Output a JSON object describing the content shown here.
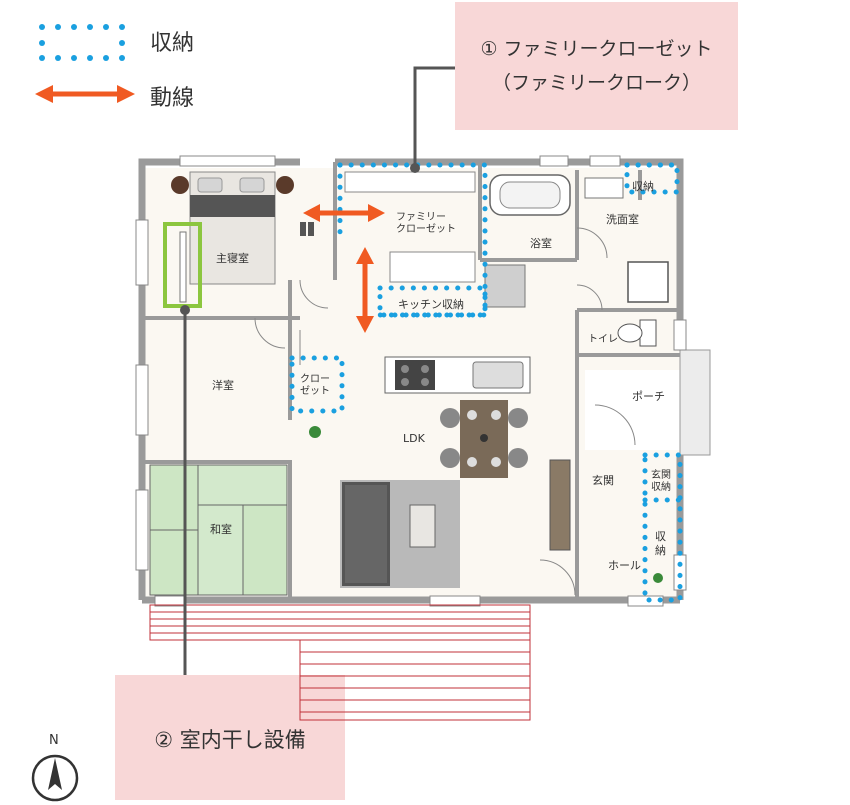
{
  "legend": {
    "storage_label": "収納",
    "circulation_label": "動線"
  },
  "callouts": {
    "family_closet": {
      "number": "①",
      "line1": "ファミリークローゼット",
      "line2": "（ファミリークローク）"
    },
    "drying": {
      "number": "②",
      "text": "室内干し設備"
    }
  },
  "rooms": {
    "master_bedroom": "主寝室",
    "family_closet": "ファミリー\nクローゼット",
    "family_closet_line1": "ファミリー",
    "family_closet_line2": "クローゼット",
    "bath": "浴室",
    "washroom": "洗面室",
    "storage_top": "収納",
    "kitchen_storage": "キッチン収納",
    "toilet": "トイレ",
    "western_room": "洋室",
    "closet_line1": "クロー",
    "closet_line2": "ゼット",
    "ldk": "LDK",
    "porch": "ポーチ",
    "entrance": "玄関",
    "shoe_storage_line1": "玄関",
    "shoe_storage_line2": "収納",
    "hall": "ホール",
    "hall_storage_line1": "収",
    "hall_storage_line2": "納",
    "japanese_room": "和室"
  },
  "compass": {
    "north": "N"
  },
  "colors": {
    "storage_dots": "#1aa0e0",
    "arrow": "#f05a22",
    "callout_bg": "#f8d7d7",
    "drying_frame": "#8cc63f",
    "wall": "#9a9a9a",
    "deck": "#c0303a"
  }
}
